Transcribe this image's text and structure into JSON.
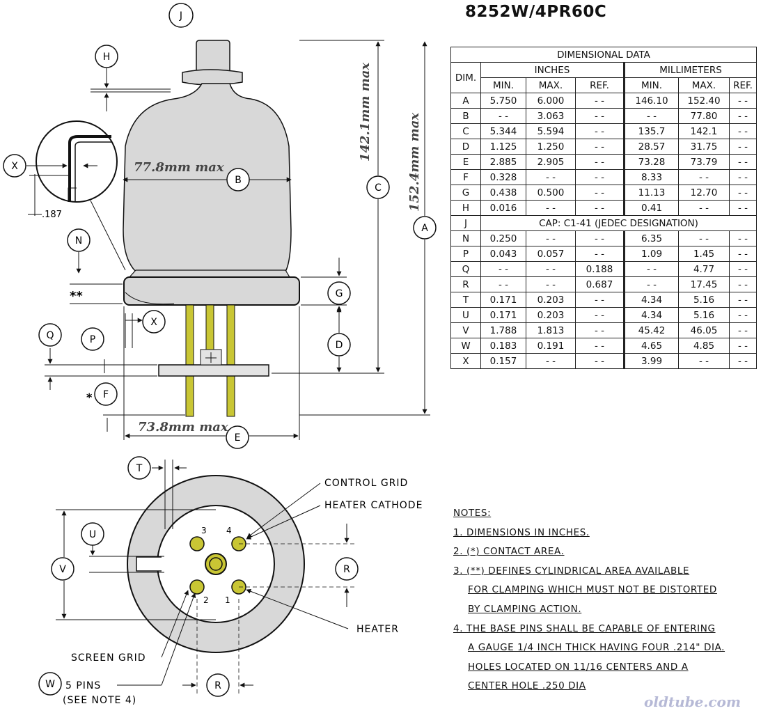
{
  "title": "8252W/4PR60C",
  "annotations": {
    "bulb_diameter": "77.8mm max",
    "base_diameter": "73.8mm max",
    "dim_c_max": "142.1mm max",
    "dim_a_max": "152.4mm max"
  },
  "drawing_labels": {
    "dim_letters": [
      "J",
      "H",
      "X",
      "N",
      "Q",
      "P",
      "F",
      "B",
      "C",
      "A",
      "G",
      "D",
      "E",
      "T",
      "U",
      "V",
      "R",
      "W"
    ],
    "x_detail": ".187",
    "double_star": "**",
    "star": "*",
    "pin_numbers": [
      "3",
      "4",
      "2",
      "1"
    ],
    "control_grid": "CONTROL GRID",
    "heater_cathode": "HEATER CATHODE",
    "heater": "HEATER",
    "screen_grid": "SCREEN GRID",
    "five_pins": "5 PINS",
    "see_note": "(SEE NOTE 4)"
  },
  "table": {
    "caption": "DIMENSIONAL DATA",
    "dim_header": "DIM.",
    "inches_header": "INCHES",
    "mm_header": "MILLIMETERS",
    "sub_headers": [
      "MIN.",
      "MAX.",
      "REF.",
      "MIN.",
      "MAX.",
      "REF."
    ],
    "rows": [
      [
        "A",
        "5.750",
        "6.000",
        "- -",
        "146.10",
        "152.40",
        "- -"
      ],
      [
        "B",
        "- -",
        "3.063",
        "- -",
        "- -",
        "77.80",
        "- -"
      ],
      [
        "C",
        "5.344",
        "5.594",
        "- -",
        "135.7",
        "142.1",
        "- -"
      ],
      [
        "D",
        "1.125",
        "1.250",
        "- -",
        "28.57",
        "31.75",
        "- -"
      ],
      [
        "E",
        "2.885",
        "2.905",
        "- -",
        "73.28",
        "73.79",
        "- -"
      ],
      [
        "F",
        "0.328",
        "- -",
        "- -",
        "8.33",
        "- -",
        "- -"
      ],
      [
        "G",
        "0.438",
        "0.500",
        "- -",
        "11.13",
        "12.70",
        "- -"
      ],
      [
        "H",
        "0.016",
        "- -",
        "- -",
        "0.41",
        "- -",
        "- -"
      ],
      [
        "N",
        "0.250",
        "- -",
        "- -",
        "6.35",
        "- -",
        "- -"
      ],
      [
        "P",
        "0.043",
        "0.057",
        "- -",
        "1.09",
        "1.45",
        "- -"
      ],
      [
        "Q",
        "- -",
        "- -",
        "0.188",
        "- -",
        "4.77",
        "- -"
      ],
      [
        "R",
        "- -",
        "- -",
        "0.687",
        "- -",
        "17.45",
        "- -"
      ],
      [
        "T",
        "0.171",
        "0.203",
        "- -",
        "4.34",
        "5.16",
        "- -"
      ],
      [
        "U",
        "0.171",
        "0.203",
        "- -",
        "4.34",
        "5.16",
        "- -"
      ],
      [
        "V",
        "1.788",
        "1.813",
        "- -",
        "45.42",
        "46.05",
        "- -"
      ],
      [
        "W",
        "0.183",
        "0.191",
        "- -",
        "4.65",
        "4.85",
        "- -"
      ],
      [
        "X",
        "0.157",
        "- -",
        "- -",
        "3.99",
        "- -",
        "- -"
      ]
    ],
    "j_row": {
      "dim": "J",
      "text": "CAP: C1-41 (JEDEC DESIGNATION)"
    }
  },
  "notes": {
    "heading": "NOTES:",
    "n1": "1. DIMENSIONS IN INCHES.",
    "n2": "2. (*) CONTACT AREA.",
    "n3a": "3. (**) DEFINES CYLINDRICAL AREA AVAILABLE",
    "n3b": "FOR CLAMPING WHICH MUST NOT BE DISTORTED",
    "n3c": "BY CLAMPING ACTION.",
    "n4a": "4. THE BASE PINS SHALL BE CAPABLE OF ENTERING",
    "n4b": "A GAUGE 1/4 INCH THICK HAVING FOUR .214\" DIA.",
    "n4c": "HOLES LOCATED ON 11/16 CENTERS AND A",
    "n4d": "CENTER HOLE .250 DIA"
  },
  "watermark": "oldtube.com",
  "colors": {
    "bulb": "#d8d8d8",
    "pins": "#c9c634",
    "annotation": "#444444"
  }
}
